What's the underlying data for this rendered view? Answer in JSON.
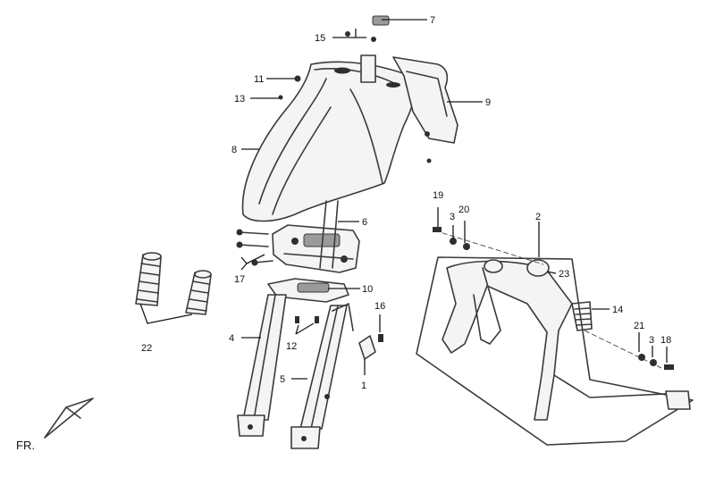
{
  "callouts": {
    "c1": "1",
    "c2": "2",
    "c3a": "3",
    "c3b": "3",
    "c4": "4",
    "c5": "5",
    "c6": "6",
    "c7": "7",
    "c8": "8",
    "c9": "9",
    "c10": "10",
    "c11": "11",
    "c12": "12",
    "c13": "13",
    "c14": "14",
    "c15": "15",
    "c16": "16",
    "c17": "17",
    "c18": "18",
    "c19": "19",
    "c20": "20",
    "c21": "21",
    "c22": "22",
    "c23": "23"
  },
  "direction_label": "FR."
}
